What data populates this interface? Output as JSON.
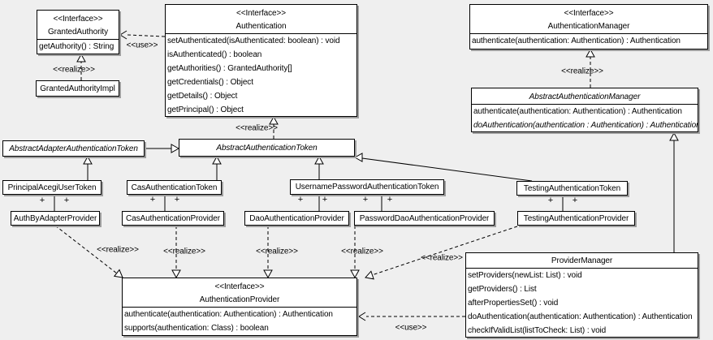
{
  "labels": {
    "realize": "<<realize>>",
    "use": "<<use>>",
    "plus": "+"
  },
  "colors": {
    "background": "#efefef",
    "box_fill": "#ffffff",
    "line": "#000000",
    "shadow": "#9e9e9e"
  },
  "classes": {
    "granted_authority": {
      "stereotype": "<<Interface>>",
      "name": "GrantedAuthority",
      "methods": [
        "getAuthority() : String"
      ]
    },
    "granted_authority_impl": {
      "name": "GrantedAuthorityImpl"
    },
    "authentication": {
      "stereotype": "<<Interface>>",
      "name": "Authentication",
      "methods": [
        "setAuthenticated(isAuthenticated: boolean) : void",
        "isAuthenticated() : boolean",
        "getAuthorities() : GrantedAuthority[]",
        "getCredentials() : Object",
        "getDetails() : Object",
        "getPrincipal() : Object"
      ]
    },
    "authentication_manager": {
      "stereotype": "<<Interface>>",
      "name": "AuthenticationManager",
      "methods": [
        "authenticate(authentication: Authentication) : Authentication"
      ]
    },
    "abstract_authentication_manager": {
      "name": "AbstractAuthenticationManager",
      "methods": [
        "authenticate(authentication: Authentication) : Authentication",
        "doAuthentication(authentication : Authentication) : Authentication"
      ]
    },
    "abstract_adapter_authentication_token": {
      "name": "AbstractAdapterAuthenticationToken"
    },
    "abstract_authentication_token": {
      "name": "AbstractAuthenticationToken"
    },
    "principal_acegi_user_token": {
      "name": "PrincipalAcegiUserToken"
    },
    "cas_authentication_token": {
      "name": "CasAuthenticationToken"
    },
    "username_password_authentication_token": {
      "name": "UsernamePasswordAuthenticationToken"
    },
    "testing_authentication_token": {
      "name": "TestingAuthenticationToken"
    },
    "auth_by_adapter_provider": {
      "name": "AuthByAdapterProvider"
    },
    "cas_authentication_provider": {
      "name": "CasAuthenticationProvider"
    },
    "dao_authentication_provider": {
      "name": "DaoAuthenticationProvider"
    },
    "password_dao_authentication_provider": {
      "name": "PasswordDaoAuthenticationProvider"
    },
    "testing_authentication_provider": {
      "name": "TestingAuthenticationProvider"
    },
    "provider_manager": {
      "name": "ProviderManager",
      "methods": [
        "setProviders(newList: List) : void",
        "getProviders() : List",
        "afterPropertiesSet() : void",
        "doAuthentication(authentication: Authentication) : Authentication",
        "checkIfValidList(listToCheck: List) : void"
      ]
    },
    "authentication_provider": {
      "stereotype": "<<Interface>>",
      "name": "AuthenticationProvider",
      "methods": [
        "authenticate(authentication: Authentication) : Authentication",
        "supports(authentication: Class) : boolean"
      ]
    }
  }
}
